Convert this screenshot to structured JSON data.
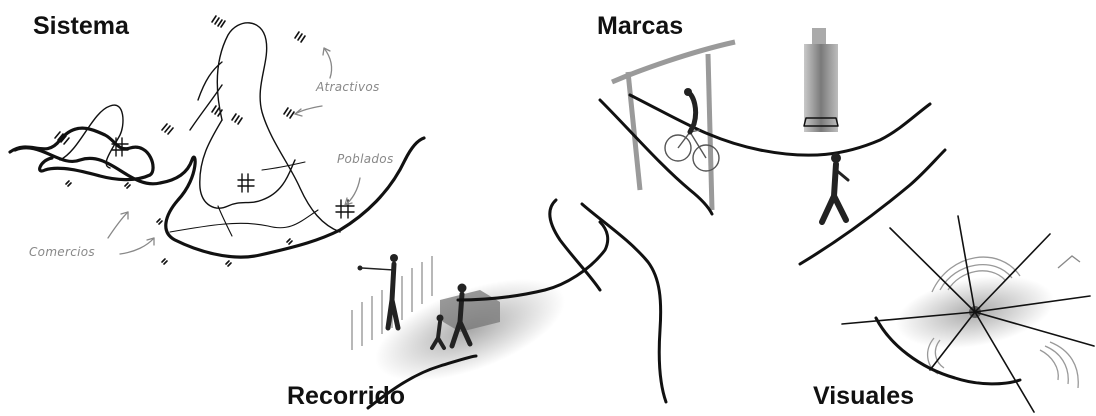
{
  "panels": {
    "sistema": {
      "title": "Sistema",
      "labels": {
        "atractivos": "Atractivos",
        "poblados": "Poblados",
        "comercios": "Comercios"
      }
    },
    "marcas": {
      "title": "Marcas"
    },
    "recorrido": {
      "title": "Recorrido"
    },
    "visuales": {
      "title": "Visuales"
    }
  },
  "icons": [
    "hatch-mark-icon",
    "grid-mark-icon",
    "arrow-icon",
    "cyclist-figure-icon",
    "walker-figure-icon",
    "tower-icon",
    "tripod-figure-icon",
    "eye-radiation-icon"
  ],
  "colors": {
    "ink": "#111111",
    "annotation": "#888888",
    "shade": "#9a9a9a"
  }
}
